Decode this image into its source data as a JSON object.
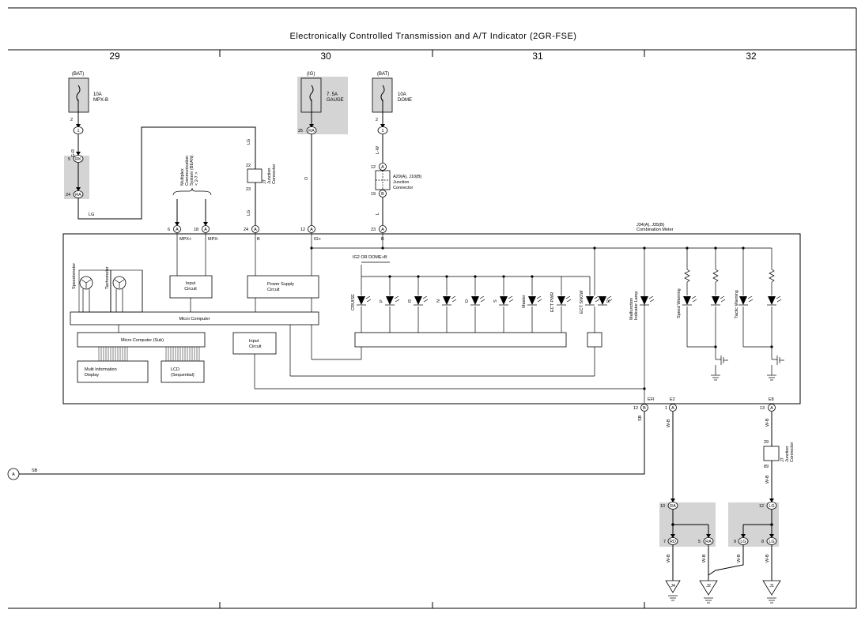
{
  "title": "Electronically Controlled Transmission and A/T Indicator (2GR-FSE)",
  "columns": [
    "29",
    "30",
    "31",
    "32"
  ],
  "fuses": [
    {
      "source": "(BAT)",
      "rating": "10A",
      "name": "MPX-B"
    },
    {
      "source": "(IG)",
      "rating": "7. 5A",
      "name": "GAUGE"
    },
    {
      "source": "(BAT)",
      "rating": "10A",
      "name": "DOME"
    }
  ],
  "wire_labels": {
    "g_r": "G-R",
    "lg1": "LG",
    "lg2": "LG",
    "lg3": "LG",
    "o": "O",
    "l_w": "L-W",
    "l": "L",
    "sb_v": "SB",
    "sb_h": "SB",
    "wb_e2": "W-B",
    "wb_e8": "W-B",
    "wb_89": "W-B",
    "wb_j4": "W-B",
    "wb_j2": "W-B",
    "wb_j2b": "W-B",
    "wb_j1": "W-B"
  },
  "pin_labels": {
    "p2a": "2",
    "c1a": "1",
    "p5": "5",
    "rk": "RK",
    "p24a": "24",
    "ra1": "RA",
    "p25": "25",
    "ra2": "RA",
    "p2b": "2",
    "c1b": "1",
    "p12a": "12",
    "a1": "A",
    "p19": "19",
    "b1": "B",
    "p22": "22",
    "p23": "23",
    "p6": "6",
    "a6": "A",
    "p18": "18",
    "a18": "A",
    "p24b": "24",
    "a24": "A",
    "p12b": "12",
    "a12": "A",
    "p23b": "23",
    "a23": "A",
    "p12c": "12",
    "b12": "B",
    "p1": "1",
    "a1b": "A",
    "p13": "13",
    "a13": "A",
    "p29": "29",
    "p89": "89",
    "p10": "10",
    "ra10": "RA",
    "p12d": "12",
    "lg12": "LG",
    "p7": "7",
    "rd7": "RD",
    "p5b": "5",
    "ra5": "RA",
    "p9": "9",
    "lg9": "LG",
    "p8": "8",
    "lg8": "LG",
    "conn_a": "A"
  },
  "connectors": {
    "j7_name": "J7",
    "j7_line1": "Junction",
    "j7_line2": "Connector",
    "a29_name": "A29(A), J10(B)",
    "a29_line1": "Junction",
    "a29_line2": "Connector",
    "j7b_name": "J7",
    "j7b_line1": "Junction",
    "j7b_line2": "Connector"
  },
  "multiplex": {
    "line1": "Multiplex",
    "line2": "Communication",
    "line3": "System (BEAN)",
    "line4": "< 2-7 >"
  },
  "meter": {
    "name_line1": "J34(A), J35(B)",
    "name_line2": "Combination Meter",
    "terminals": [
      "MPX+",
      "MPX-",
      "B",
      "IG+",
      "B",
      "EFI",
      "E2",
      "E8"
    ],
    "blocks": {
      "input1_a": "Input",
      "input1_b": "Circuit",
      "power_a": "Power Supply",
      "power_b": "Circuit",
      "micro": "Micro Computer",
      "micro_sub": "Micro Computer (Sub)",
      "input2_a": "Input",
      "input2_b": "Circuit",
      "mid_a": "Multi Information",
      "mid_b": "Display",
      "lcd_a": "LCD",
      "lcd_b": "(Sequential)"
    },
    "gauges": [
      "Speedometer",
      "Tachometer"
    ],
    "supply_label": "IG2 OR DOME+B",
    "indicators": [
      "CRUISE",
      "P",
      "R",
      "N",
      "D",
      "S",
      "Master",
      "ECT PWR",
      "ECT SNOW",
      "R"
    ],
    "right_indicators": [
      "Malfunction",
      "Indicator Lamp",
      "Speed Warning",
      "Tactic Warning"
    ]
  },
  "grounds": [
    "J4",
    "J2",
    "J1"
  ]
}
